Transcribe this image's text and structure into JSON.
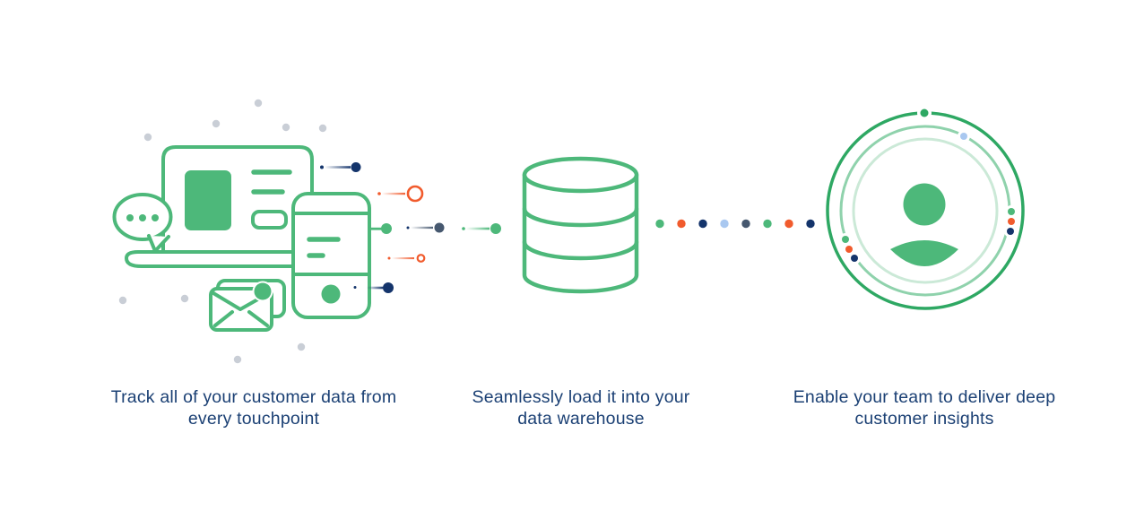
{
  "illustration": {
    "title_present": false,
    "steps": [
      {
        "id": "track-sources",
        "caption": {
          "line1": "Track all of your customer data from",
          "line2": "every touchpoint"
        },
        "icons": [
          "chat-bubble-icon",
          "laptop-icon",
          "smartphone-icon",
          "envelope-icon",
          "notification-badge-icon"
        ]
      },
      {
        "id": "load-warehouse",
        "caption": {
          "line1": "Seamlessly load it into your",
          "line2": "data warehouse"
        },
        "icons": [
          "database-icon"
        ]
      },
      {
        "id": "deliver-insights",
        "caption": {
          "line1": "Enable your team to deliver deep",
          "line2": "customer insights"
        },
        "icons": [
          "user-avatar-icon",
          "concentric-rings-icon"
        ]
      }
    ],
    "stream_dot_colors": [
      "#4DB87A",
      "#F15B2D",
      "#14346B",
      "#A9C8F0",
      "#46586F",
      "#4DB87A",
      "#F15B2D",
      "#14346B"
    ],
    "colors": {
      "green": "#4DB87A",
      "ring_outer_green": "#2EA863",
      "ring_middle_green": "#8FD2AC",
      "ring_inner_green": "#CBE9D7",
      "orange": "#F15B2D",
      "navy": "#14346B",
      "slate": "#46586F",
      "light_blue": "#A9C8F0",
      "gray_dot": "#C9CED6",
      "caption_text": "#1B4074",
      "background": "#FFFFFF"
    }
  }
}
